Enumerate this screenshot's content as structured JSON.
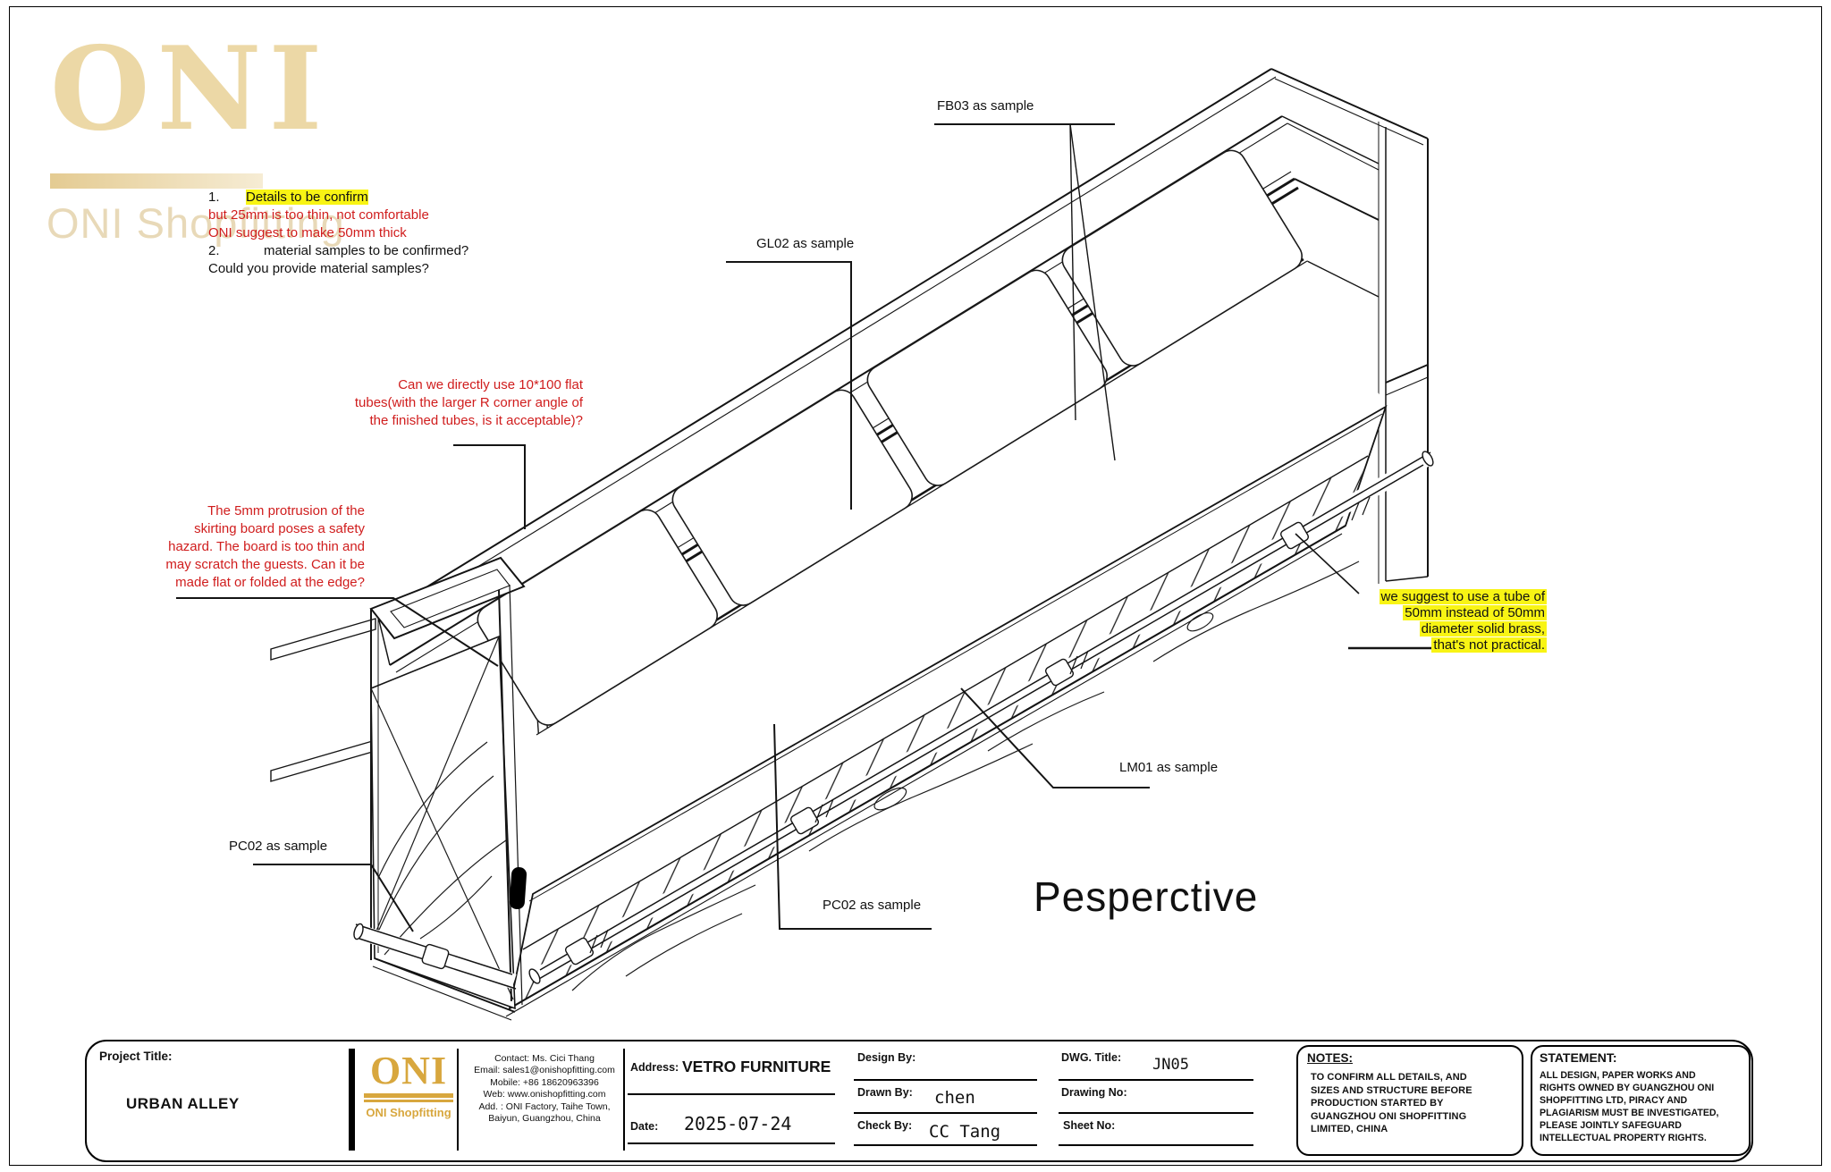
{
  "watermark": {
    "logo_text": "ONI",
    "subtitle": "ONI Shopfitting",
    "gold": "#d8a73e"
  },
  "view": {
    "title": "Pesperctive"
  },
  "annotations": {
    "red": "#d01d1d",
    "highlight": "#f8f414",
    "numbered": {
      "item1_no": "1.",
      "item1_highlight": "Details to be confirm",
      "item1_line2": "but 25mm is too thin, not comfortable",
      "item1_line3": "ONI suggest to make 50mm thick",
      "item2_no": "2.",
      "item2_line1": "material samples to be confirmed?",
      "item2_line2": "Could you provide material samples?"
    },
    "flat_tube_question": [
      "Can we directly use 10*100 flat",
      "tubes(with the larger R corner angle of",
      "the finished tubes, is it acceptable)?"
    ],
    "skirting_question": [
      "The 5mm protrusion of the",
      "skirting board poses a safety",
      "hazard. The board is too thin and",
      "may scratch the guests. Can it be",
      "made flat or folded at the edge?"
    ],
    "tube_suggestion": [
      "we suggest to use a tube of",
      "50mm instead of 50mm",
      "diameter solid brass,",
      "that's not practical."
    ]
  },
  "labels": {
    "fb03": "FB03 as sample",
    "gl02": "GL02 as sample",
    "lm01": "LM01 as sample",
    "pc02_left": "PC02 as sample",
    "pc02_bottom": "PC02 as sample"
  },
  "title_block": {
    "project_title_label": "Project Title:",
    "project_title": "URBAN ALLEY",
    "logo_text": "ONI",
    "logo_subtitle": "ONI Shopfitting",
    "contact_lines": [
      "Contact:  Ms. Cici Thang",
      "Email: sales1@onishopfitting.com",
      "Mobile:  +86 18620963396",
      "Web: www.onishopfitting.com",
      "Add. :  ONI Factory, Taihe Town,",
      "Baiyun, Guangzhou, China"
    ],
    "address_label": "Address:",
    "address": "VETRO FURNITURE",
    "date_label": "Date:",
    "date": "2025-07-24",
    "design_by_label": "Design By:",
    "drawn_by_label": "Drawn By:",
    "drawn_by": "chen",
    "check_by_label": "Check By:",
    "check_by": "CC Tang",
    "dwg_title_label": "DWG. Title:",
    "dwg_title": "JN05",
    "drawing_no_label": "Drawing No:",
    "sheet_no_label": "Sheet No:",
    "notes_label": "NOTES:",
    "notes_lines": [
      "TO CONFIRM ALL DETAILS, AND",
      "SIZES AND STRUCTURE BEFORE",
      "PRODUCTION STARTED BY",
      "GUANGZHOU ONI SHOPFITTING",
      "LIMITED, CHINA"
    ],
    "statement_label": "STATEMENT:",
    "statement_lines": [
      "ALL DESIGN, PAPER WORKS AND",
      "RIGHTS OWNED BY GUANGZHOU ONI",
      "SHOPFITTING LTD, PIRACY AND",
      "PLAGIARISM MUST BE INVESTIGATED,",
      "PLEASE JOINTLY SAFEGUARD",
      "INTELLECTUAL PROPERTY RIGHTS."
    ]
  }
}
